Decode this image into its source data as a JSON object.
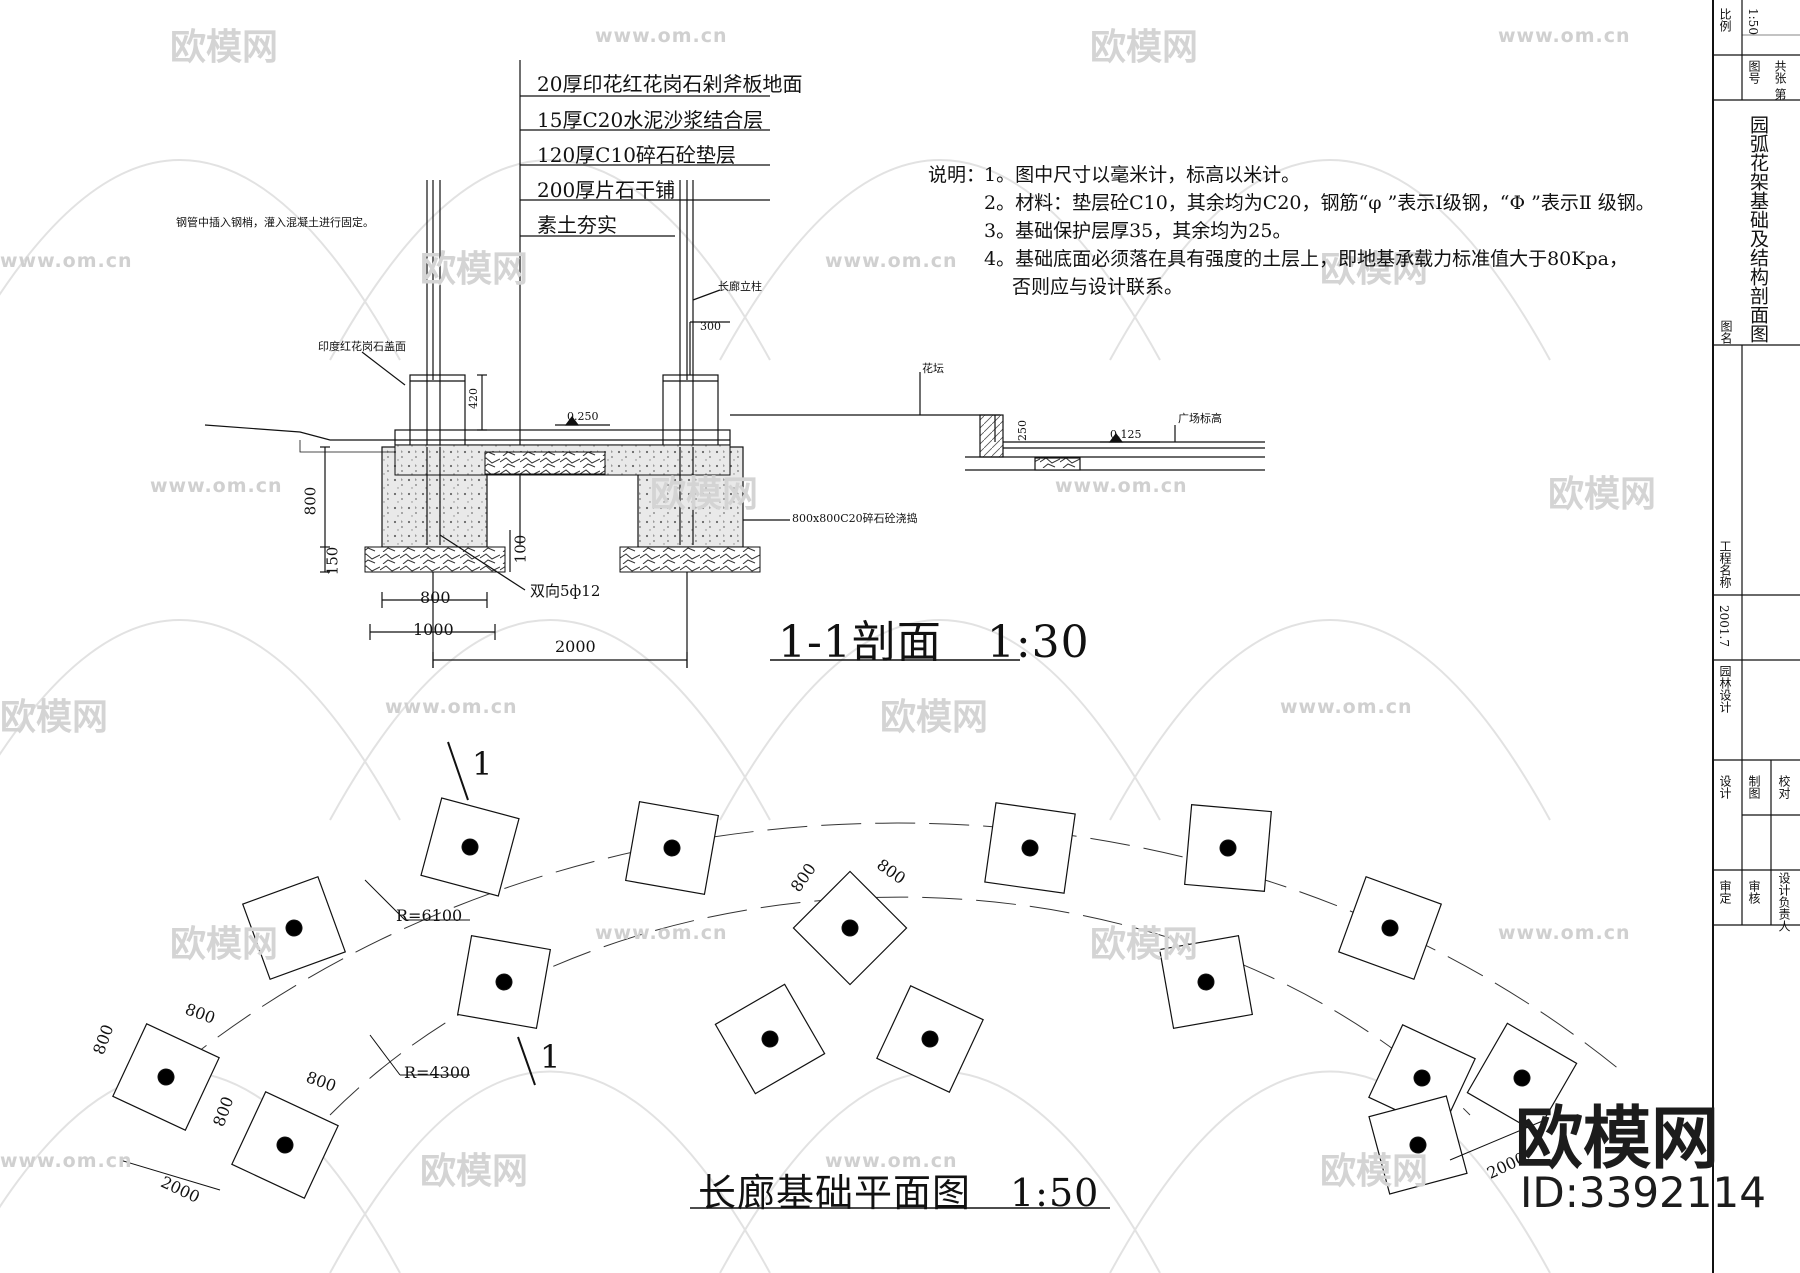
{
  "watermark": {
    "brand": "欧模网",
    "url": "www.om.cn"
  },
  "section": {
    "title": "1-1剖面　1:30",
    "layers": [
      "20厚印花红花岗石剁斧板地面",
      "15厚C20水泥沙浆结合层",
      "120厚C10碎石砼垫层",
      "200厚片石干铺",
      "素土夯实"
    ],
    "labels": {
      "steel_note": "钢管中插入钢梢，灌入混凝土进行固定。",
      "cap": "印度红花岗石盖面",
      "column": "长廊立柱",
      "flowerbed": "花坛",
      "plaza": "广场标高",
      "footing": "800x800C20碎石砼浇捣",
      "rebar": "双向5ф12"
    },
    "dims": {
      "d300": "300",
      "d420": "420",
      "d800v": "800",
      "d150": "150",
      "d100": "100",
      "d800": "800",
      "d1000": "1000",
      "d2000": "2000",
      "d250": "250"
    },
    "elevations": {
      "floor": "0.250",
      "plaza": "0.125"
    }
  },
  "notes": {
    "prefix": "说明：",
    "items": [
      "1。图中尺寸以毫米计，标高以米计。",
      "2。材料：垫层砼C10，其余均为C20，钢筋“φ ”表示Ⅰ级钢，“Φ ”表示Ⅱ 级钢。",
      "3。基础保护层厚35，其余均为25。",
      "4。基础底面必须落在具有强度的土层上，即地基承载力标准值大于80Kpa，",
      "否则应与设计联系。"
    ]
  },
  "plan": {
    "title": "长廊基础平面图　1:50",
    "cut_mark": "1",
    "r_outer": "R=6100",
    "r_inner": "R=4300",
    "dim_800": "800",
    "dim_2000": "2000"
  },
  "titleblock": {
    "drawing_name_label": "图名",
    "drawing_name": "园弧花架基础及结构剖面图",
    "scale_label": "比例",
    "scale": "1:50",
    "sheet_label": "图号",
    "sheet": "共张 第",
    "company": "工程名称",
    "date": "2001.7",
    "design": "设计",
    "drawn": "制图",
    "check": "校对",
    "approve": "审定",
    "review": "审核",
    "lead": "设计负责人",
    "stage": "园林设计"
  },
  "brand": {
    "name": "欧模网",
    "id": "ID:3392114"
  }
}
